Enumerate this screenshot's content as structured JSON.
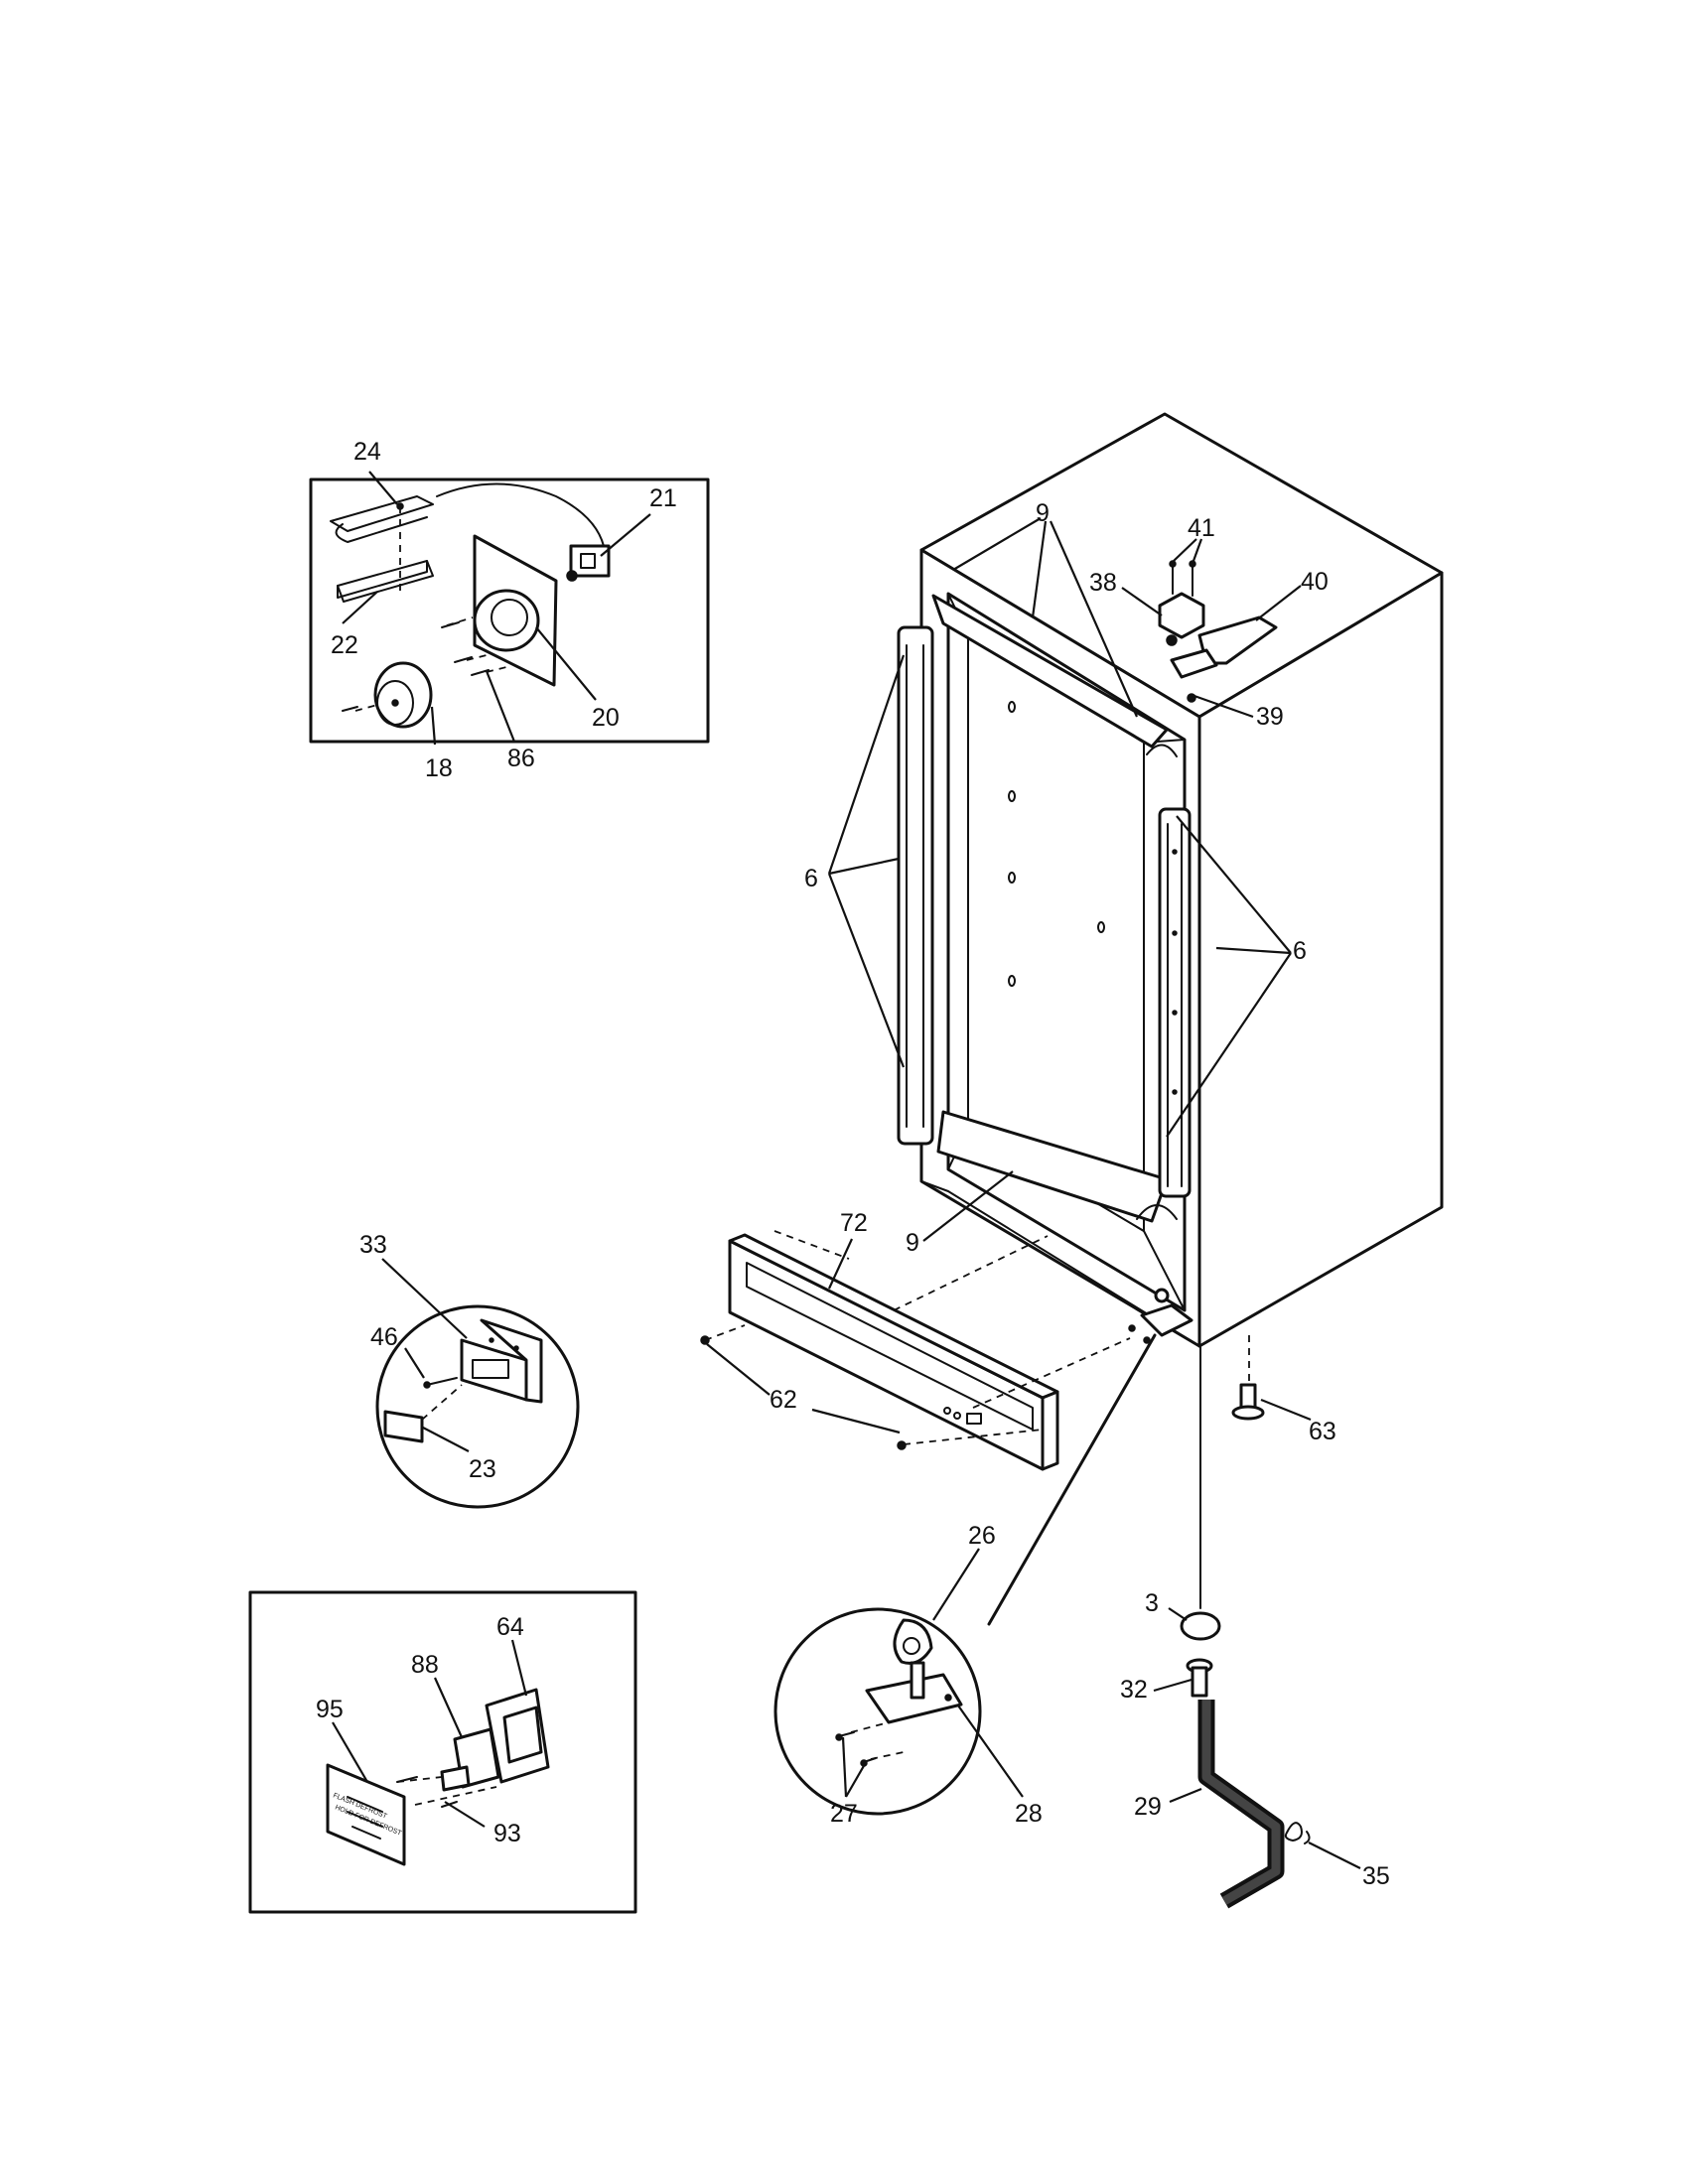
{
  "diagram": {
    "callouts": {
      "c24": "24",
      "c21": "21",
      "c22": "22",
      "c20": "20",
      "c18": "18",
      "c86": "86",
      "c9a": "9",
      "c9b": "9",
      "c41": "41",
      "c38": "38",
      "c40": "40",
      "c39": "39",
      "c6a": "6",
      "c6b": "6",
      "c33": "33",
      "c46": "46",
      "c23": "23",
      "c72": "72",
      "c62": "62",
      "c63": "63",
      "c26": "26",
      "c27": "27",
      "c28": "28",
      "c3": "3",
      "c32": "32",
      "c29": "29",
      "c35": "35",
      "c64": "64",
      "c88": "88",
      "c95": "95",
      "c93": "93"
    },
    "decal_text": {
      "line1": "FLASH DEFROST",
      "line2": "HOLD FOR DEFROST"
    }
  }
}
